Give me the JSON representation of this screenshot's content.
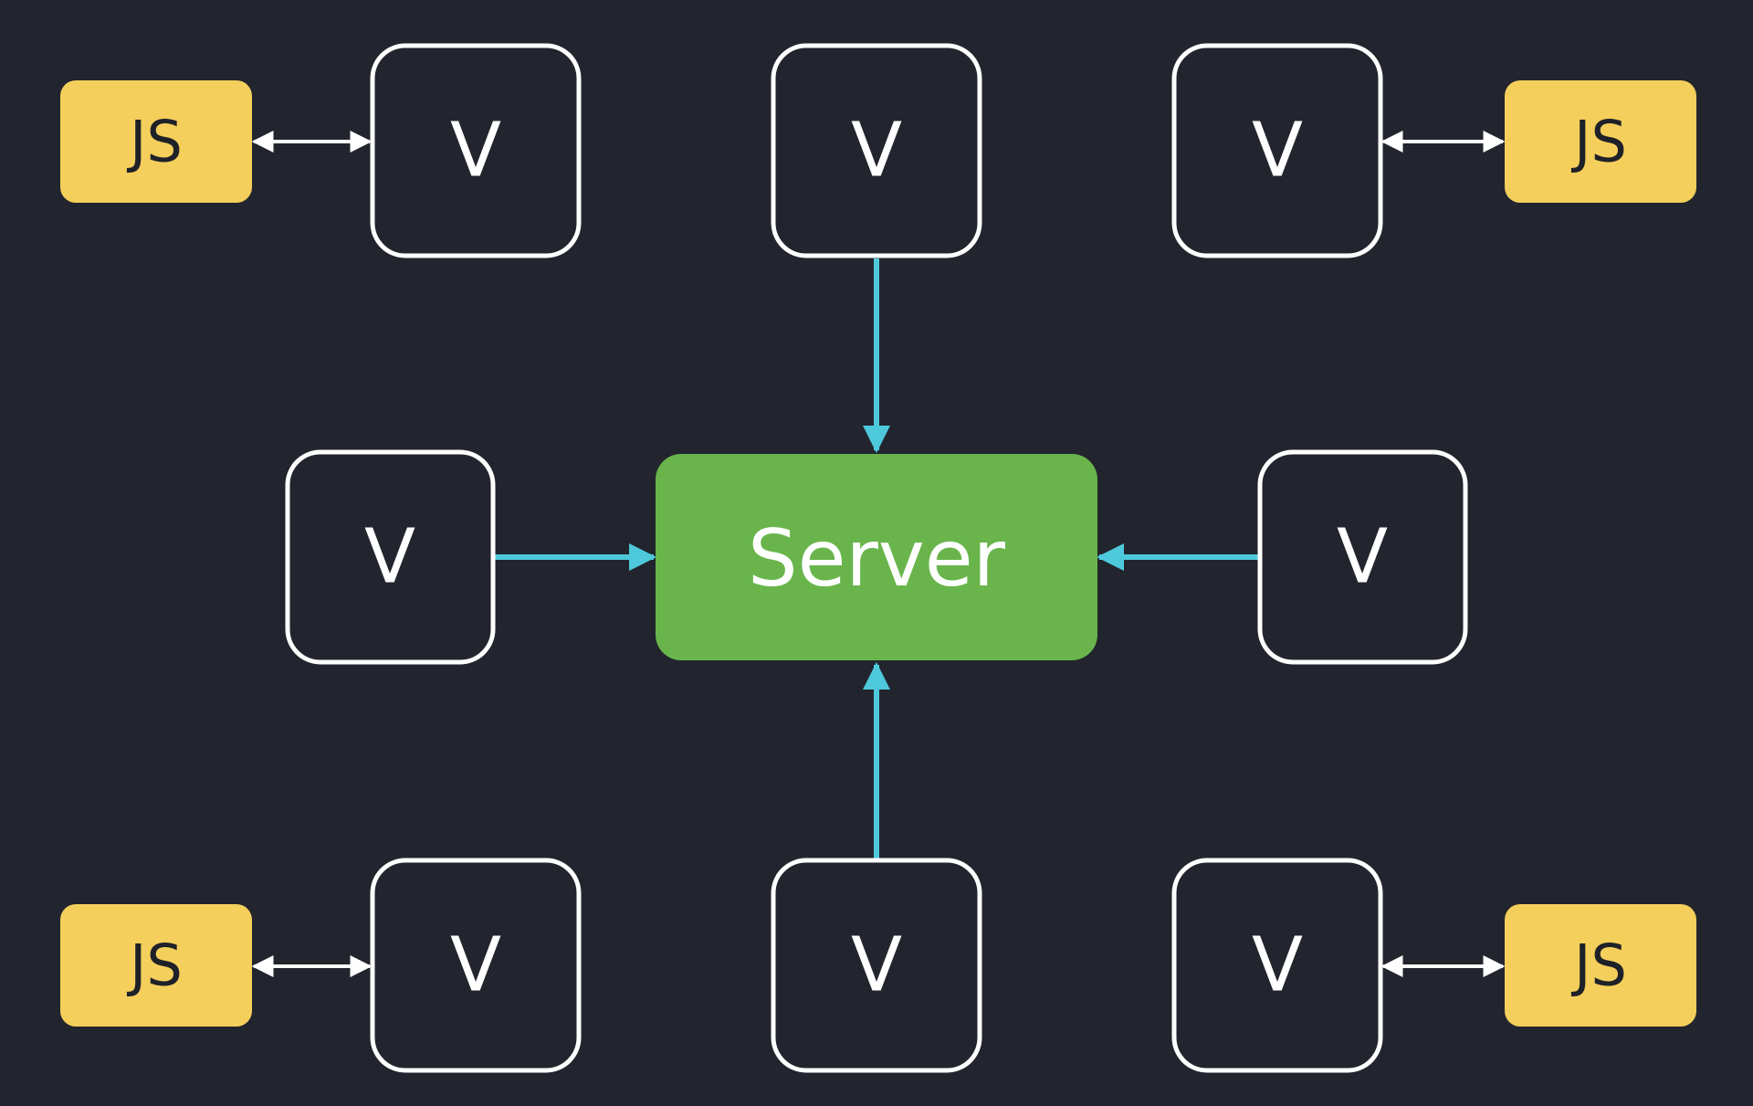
{
  "diagram": {
    "center": {
      "label": "Server"
    },
    "nodes": [
      {
        "label": "V"
      },
      {
        "label": "V"
      },
      {
        "label": "V"
      },
      {
        "label": "V"
      },
      {
        "label": "V"
      },
      {
        "label": "V"
      },
      {
        "label": "V"
      },
      {
        "label": "V"
      }
    ],
    "scripts": [
      {
        "label": "JS"
      },
      {
        "label": "JS"
      },
      {
        "label": "JS"
      },
      {
        "label": "JS"
      }
    ]
  },
  "colors": {
    "background": "#22252e",
    "server": "#69b54c",
    "script": "#f4cf5b",
    "node_border": "#ffffff",
    "arrow_to_server": "#4ec9dc",
    "bidirectional_arrow": "#ffffff"
  }
}
